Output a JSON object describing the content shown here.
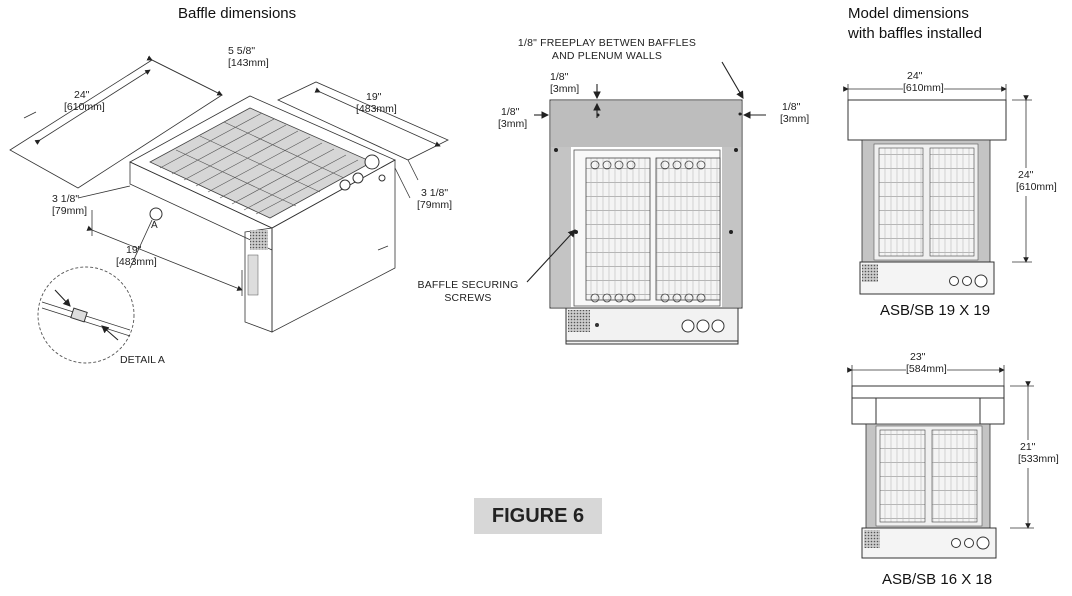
{
  "headings": {
    "left": "Baffle dimensions",
    "right_line1": "Model dimensions",
    "right_line2": "with baffles installed"
  },
  "iso": {
    "d_5_58": "5 5/8\"",
    "d_143": "[143mm]",
    "d_24": "24\"",
    "d_610": "[610mm]",
    "d_19a": "19\"",
    "d_483a": "[483mm]",
    "d_3_18a": "3 1/8\"",
    "d_79a": "[79mm]",
    "d_3_18b": "3 1/8\"",
    "d_79b": "[79mm]",
    "d_19b": "19\"",
    "d_483b": "[483mm]",
    "detail_marker": "A",
    "detail_label": "DETAIL A"
  },
  "front": {
    "note_line1": "1/8\" FREEPLAY BETWEN BAFFLES",
    "note_line2": "AND PLENUM WALLS",
    "top_18": "1/8\"",
    "top_3mm": "[3mm]",
    "left_18": "1/8\"",
    "left_3mm": "[3mm]",
    "right_18": "1/8\"",
    "right_3mm": "[3mm]",
    "screws_line1": "BAFFLE SECURING",
    "screws_line2": "SCREWS"
  },
  "figure_label": "FIGURE 6",
  "model1": {
    "width": "24\"",
    "width_mm": "[610mm]",
    "height": "24\"",
    "height_mm": "[610mm]",
    "caption": "ASB/SB 19 X 19"
  },
  "model2": {
    "width": "23\"",
    "width_mm": "[584mm]",
    "height": "21\"",
    "height_mm": "[533mm]",
    "caption": "ASB/SB 16 X 18"
  }
}
